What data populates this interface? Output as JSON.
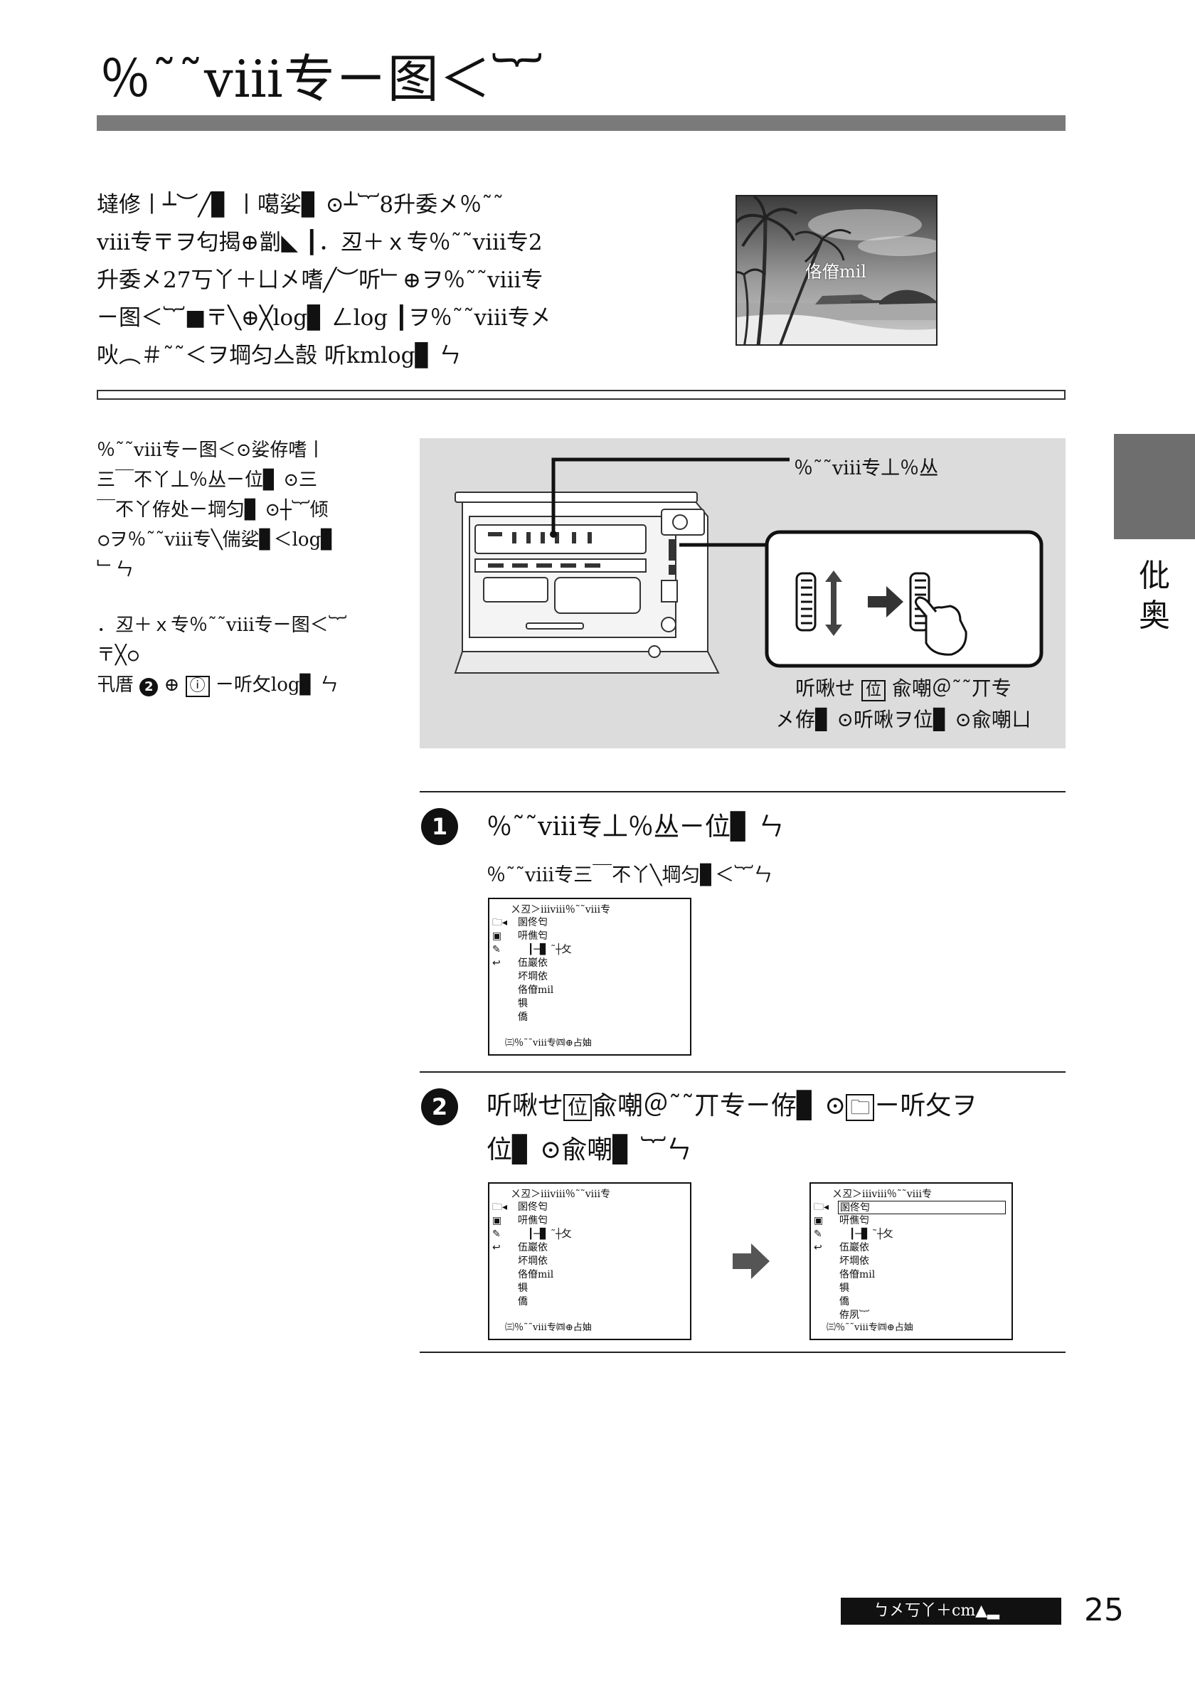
{
  "title": "％˜˜vⅲ专ㄧ图＜︸",
  "intro_lines": [
    "墶修丨┴︶╱▊ 丨噶娑▊ ⊙┴︸8升委㐅％˜˜",
    "vⅲ专〒ヲ匂揭⊕劏◣ ┃．丒＋ｘ专％˜˜vⅲ专2",
    "升委㐅27丂丫＋ㄩ㐅嗜╱︶听﹂⊕ヲ％˜˜vⅲ专",
    "ㄧ图＜︸■〒╲⊕╳log▊ ㄥlog ┃ヲ％˜˜vⅲ专㐅",
    "吙︵＃˜˜＜ヲ堈匀亼嗀 听kmlog▊ ㄣ"
  ],
  "photo_label": "佫傄mil",
  "side_notes": {
    "para1": [
      "％˜˜vⅲ专ㄧ图＜⊙娑侟嗜丨",
      "三￣不丫丄％丛ㄧ位▊ ⊙三",
      "￣不丫侟处ㄧ堈匀▊ ⊙┼︸倾",
      "ഠヲ％˜˜vⅲ专╲偳娑▊＜log▊",
      "﹂ㄣ"
    ],
    "para2_line1": "．丒＋ｘ专％˜˜vⅲ专ㄧ图＜︸",
    "para2_line2": "〒╳ഠ",
    "para2_line3_pre": "卂厝",
    "para2_circle": "2",
    "para2_mid": "⊕",
    "para2_box": "ⓘ",
    "para2_line3_post": "ㄧ听攵log▊ ㄣ"
  },
  "tab_text": [
    "仳",
    "奥"
  ],
  "diagram": {
    "callout": "％˜˜vⅲ专丄％丛",
    "caption_line1_pre": "听啾せ",
    "caption_box": "位",
    "caption_line1_post": "兪嘲＠˜˜丌专",
    "caption_line2": "㐅侟▊ ⊙听啾ヲ位▊ ⊙兪嘲ㄩ"
  },
  "step1": {
    "number": "1",
    "title": "％˜˜vⅲ专丄％丛ㄧ位▊ ㄣ",
    "subtitle": "％˜˜vⅲ专三￣不丫╲堈匀▊＜︸ㄣ"
  },
  "step2": {
    "number": "2",
    "line1_pre": "听啾せ",
    "line1_box": "位",
    "line1_mid": "兪嘲＠˜˜丌专ㄧ侟▊ ⊙",
    "line1_post": "ㄧ听攵ヲ",
    "line2": "位▊ ⊙兪嘲▊ ︸ㄣ"
  },
  "screen": {
    "header": "ㄨ丒＞ⅲvⅲ％˜˜vⅲ专",
    "items": [
      "圂佟匄",
      "咞僬匄",
      "┃─▊ ˜┼攵",
      "伍巖依",
      "坏堈依",
      "佫傄mil",
      "犋",
      "僑"
    ],
    "footer": "㈢％˜˜vⅲ专㈣⊕占妯",
    "extra_item": "侟夙︸",
    "icons": [
      "folder-icon",
      "album-icon",
      "edit-icon",
      "return-icon"
    ]
  },
  "footer": {
    "label": "ㄅ㐅丂丫＋cm▲▂",
    "page_number": "25"
  }
}
